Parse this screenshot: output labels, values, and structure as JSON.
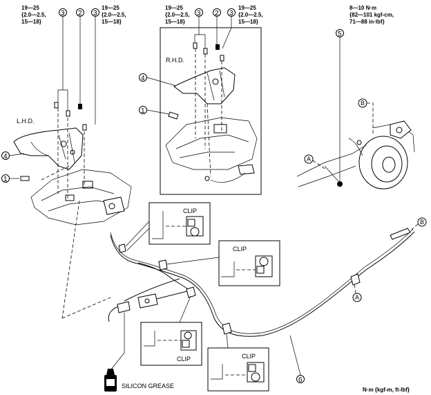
{
  "torque": {
    "lhd_a": [
      "19—25",
      "{2.0—2.5,",
      "15—18}"
    ],
    "lhd_b": [
      "19—25",
      "{2.0—2.5,",
      "15—18}"
    ],
    "rhd_a": [
      "19—25",
      "{2.0—2.5,",
      "15—18}"
    ],
    "rhd_b": [
      "19—25",
      "{2.0—2.5,",
      "15—18}"
    ],
    "drum": [
      "8—10 N·m",
      "{82—101 kgf-cm,",
      "71—88 in·lbf}"
    ]
  },
  "labels": {
    "lhd": "L.H.D.",
    "rhd": "R.H.D.",
    "clip": "CLIP",
    "grease": "SILICON GREASE",
    "units": "N·m {kgf-m, ft-lbf}",
    "ref_a": "A",
    "ref_b": "B"
  },
  "callouts": [
    "1",
    "2",
    "3",
    "4",
    "5",
    "6"
  ]
}
